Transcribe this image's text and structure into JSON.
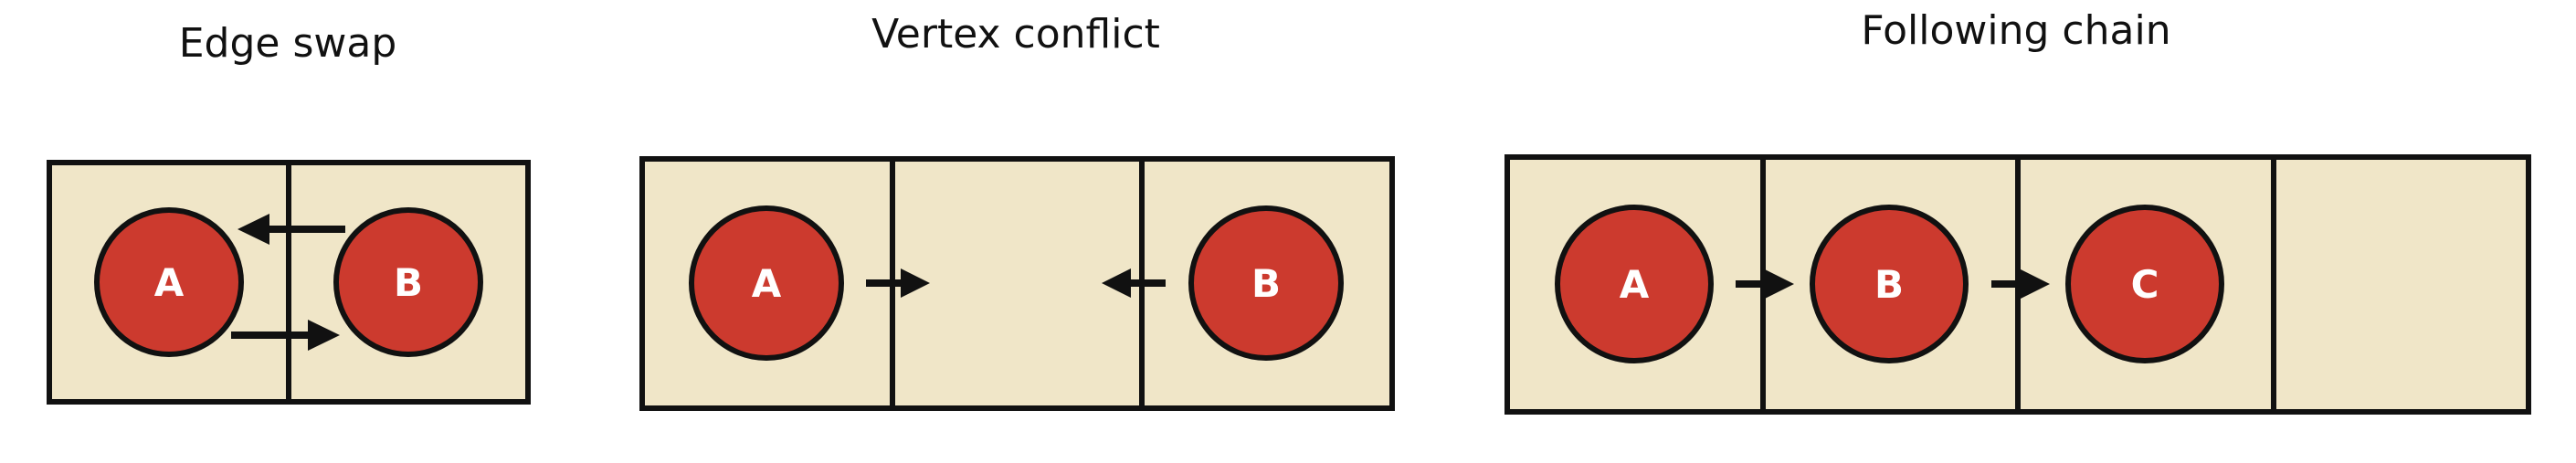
{
  "panels": [
    {
      "title": "Edge swap",
      "agents": [
        "A",
        "B"
      ]
    },
    {
      "title": "Vertex conflict",
      "agents": [
        "A",
        "B"
      ]
    },
    {
      "title": "Following chain",
      "agents": [
        "A",
        "B",
        "C"
      ]
    }
  ],
  "colors": {
    "cell_fill": "#f0e6c8",
    "agent_fill": "#cc3a2e",
    "outline": "#111111",
    "agent_text": "#ffffff"
  }
}
